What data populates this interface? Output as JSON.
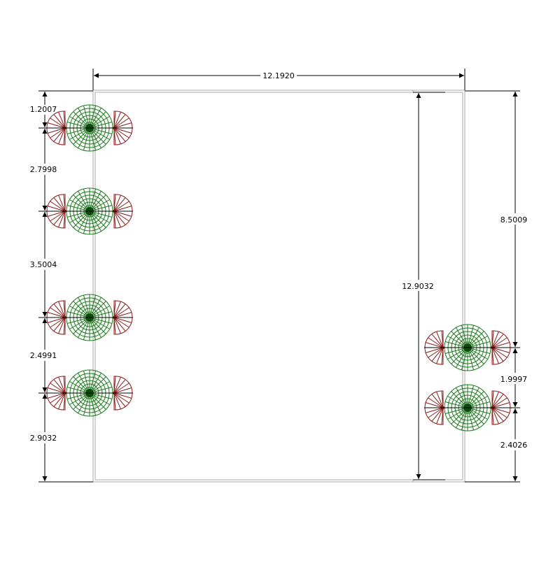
{
  "drawing": {
    "overall_width": "12.1920",
    "overall_height": "12.9032",
    "left_dims": [
      "1.2007",
      "2.7998",
      "3.5004",
      "2.4991",
      "2.9032"
    ],
    "right_top": "8.5009",
    "right_mid": "1.9997",
    "right_bottom": "2.4026"
  },
  "colors": {
    "frame": "#a0a0a0",
    "dimension": "#000000",
    "arc_red": "#8b1a1a",
    "arc_green": "#1a7a1a",
    "dot": "#0a4a0a"
  }
}
